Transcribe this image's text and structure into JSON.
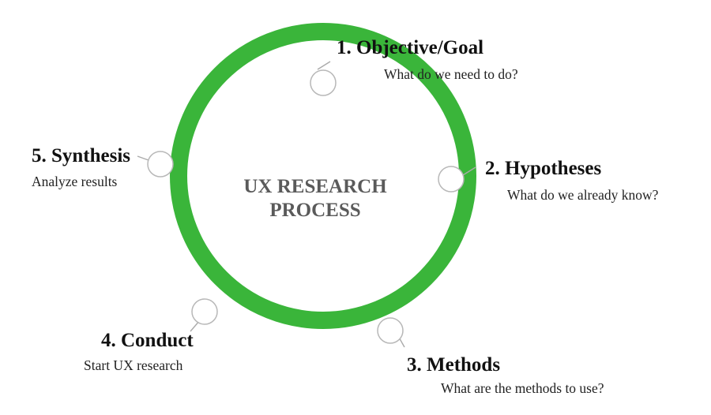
{
  "colors": {
    "ring": "#3ab53a",
    "node_fill": "#ffffff",
    "center_text": "#5a5a5a"
  },
  "center": {
    "line1": "UX RESEARCH",
    "line2": "PROCESS"
  },
  "steps": [
    {
      "title": "1. Objective/Goal",
      "desc": "What do we need to do?"
    },
    {
      "title": "2. Hypotheses",
      "desc": "What do we already know?"
    },
    {
      "title": "3. Methods",
      "desc": "What are the methods to use?"
    },
    {
      "title": "4. Conduct",
      "desc": "Start UX research"
    },
    {
      "title": "5. Synthesis",
      "desc": "Analyze results"
    }
  ]
}
